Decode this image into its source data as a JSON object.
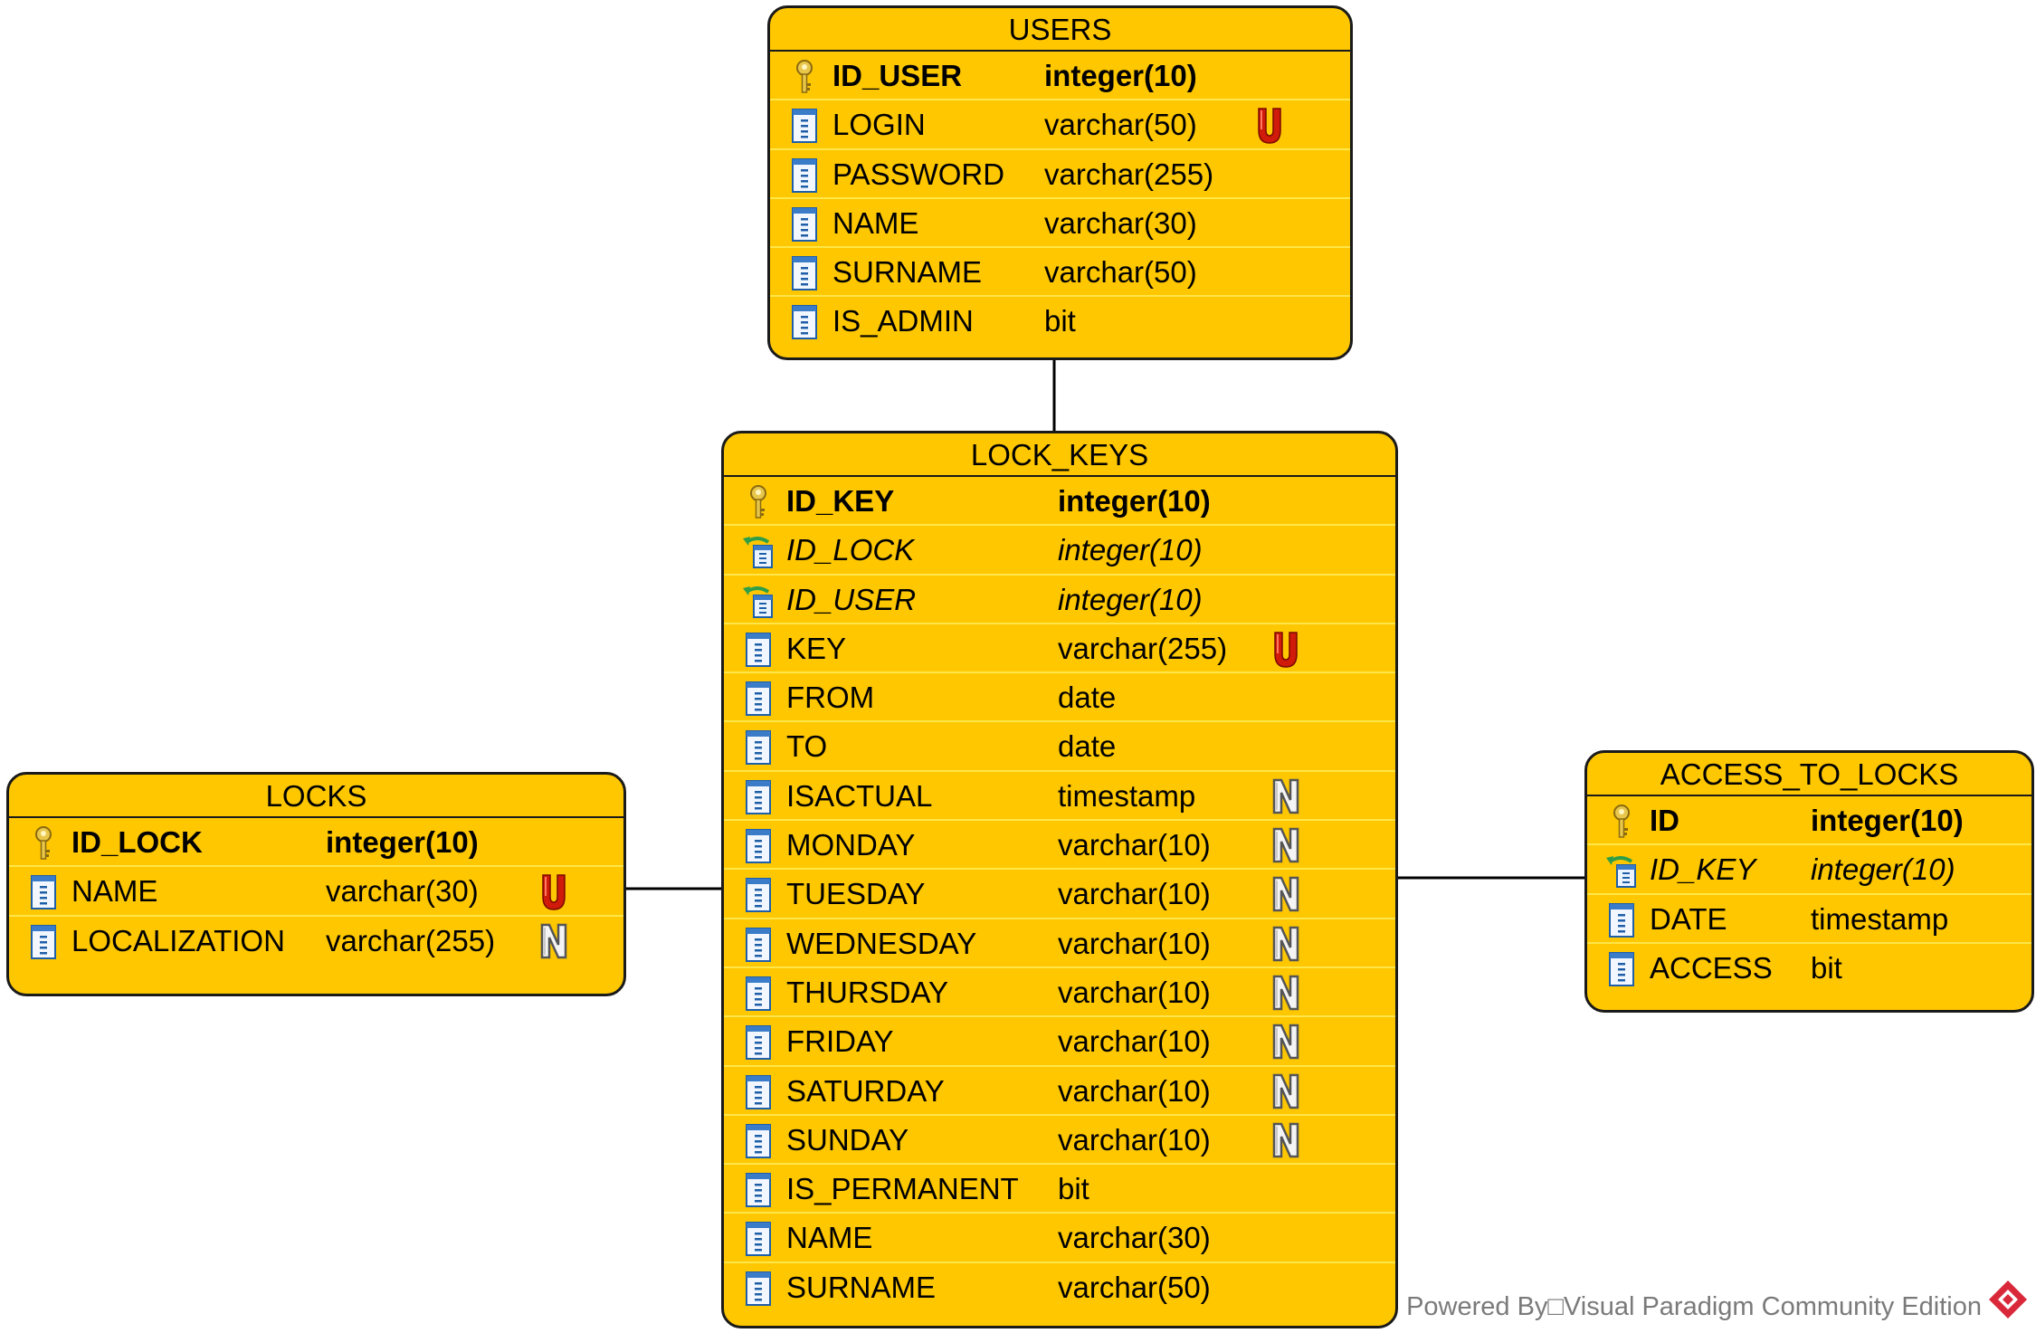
{
  "colors": {
    "entity_fill": "#FEC700",
    "row_separator": "#FFE64A",
    "border": "#1a1a1a",
    "unique_flag": "#CC1100",
    "footer_text": "#7a7a7a"
  },
  "entities": [
    {
      "title": "USERS",
      "columns": [
        {
          "kind": "pk",
          "name": "ID_USER",
          "type": "integer(10)",
          "flag": ""
        },
        {
          "kind": "col",
          "name": "LOGIN",
          "type": "varchar(50)",
          "flag": "U"
        },
        {
          "kind": "col",
          "name": "PASSWORD",
          "type": "varchar(255)",
          "flag": ""
        },
        {
          "kind": "col",
          "name": "NAME",
          "type": "varchar(30)",
          "flag": ""
        },
        {
          "kind": "col",
          "name": "SURNAME",
          "type": "varchar(50)",
          "flag": ""
        },
        {
          "kind": "col",
          "name": "IS_ADMIN",
          "type": "bit",
          "flag": ""
        }
      ]
    },
    {
      "title": "LOCK_KEYS",
      "columns": [
        {
          "kind": "pk",
          "name": "ID_KEY",
          "type": "integer(10)",
          "flag": ""
        },
        {
          "kind": "fk",
          "name": "ID_LOCK",
          "type": "integer(10)",
          "flag": ""
        },
        {
          "kind": "fk",
          "name": "ID_USER",
          "type": "integer(10)",
          "flag": ""
        },
        {
          "kind": "col",
          "name": "KEY",
          "type": "varchar(255)",
          "flag": "U"
        },
        {
          "kind": "col",
          "name": "FROM",
          "type": "date",
          "flag": ""
        },
        {
          "kind": "col",
          "name": "TO",
          "type": "date",
          "flag": ""
        },
        {
          "kind": "col",
          "name": "ISACTUAL",
          "type": "timestamp",
          "flag": "N"
        },
        {
          "kind": "col",
          "name": "MONDAY",
          "type": "varchar(10)",
          "flag": "N"
        },
        {
          "kind": "col",
          "name": "TUESDAY",
          "type": "varchar(10)",
          "flag": "N"
        },
        {
          "kind": "col",
          "name": "WEDNESDAY",
          "type": "varchar(10)",
          "flag": "N"
        },
        {
          "kind": "col",
          "name": "THURSDAY",
          "type": "varchar(10)",
          "flag": "N"
        },
        {
          "kind": "col",
          "name": "FRIDAY",
          "type": "varchar(10)",
          "flag": "N"
        },
        {
          "kind": "col",
          "name": "SATURDAY",
          "type": "varchar(10)",
          "flag": "N"
        },
        {
          "kind": "col",
          "name": "SUNDAY",
          "type": "varchar(10)",
          "flag": "N"
        },
        {
          "kind": "col",
          "name": "IS_PERMANENT",
          "type": "bit",
          "flag": ""
        },
        {
          "kind": "col",
          "name": "NAME",
          "type": "varchar(30)",
          "flag": ""
        },
        {
          "kind": "col",
          "name": "SURNAME",
          "type": "varchar(50)",
          "flag": ""
        }
      ]
    },
    {
      "title": "LOCKS",
      "columns": [
        {
          "kind": "pk",
          "name": "ID_LOCK",
          "type": "integer(10)",
          "flag": ""
        },
        {
          "kind": "col",
          "name": "NAME",
          "type": "varchar(30)",
          "flag": "U"
        },
        {
          "kind": "col",
          "name": "LOCALIZATION",
          "type": "varchar(255)",
          "flag": "N"
        }
      ]
    },
    {
      "title": "ACCESS_TO_LOCKS",
      "columns": [
        {
          "kind": "pk",
          "name": "ID",
          "type": "integer(10)",
          "flag": ""
        },
        {
          "kind": "fk",
          "name": "ID_KEY",
          "type": "integer(10)",
          "flag": ""
        },
        {
          "kind": "col",
          "name": "DATE",
          "type": "timestamp",
          "flag": ""
        },
        {
          "kind": "col",
          "name": "ACCESS",
          "type": "bit",
          "flag": ""
        }
      ]
    }
  ],
  "relationships": [
    {
      "from": "USERS",
      "to": "LOCK_KEYS"
    },
    {
      "from": "LOCKS",
      "to": "LOCK_KEYS"
    },
    {
      "from": "LOCK_KEYS",
      "to": "ACCESS_TO_LOCKS"
    }
  ],
  "footer": {
    "text": "Powered By□Visual Paradigm Community Edition",
    "logo_icon": "visual-paradigm-logo-icon"
  }
}
